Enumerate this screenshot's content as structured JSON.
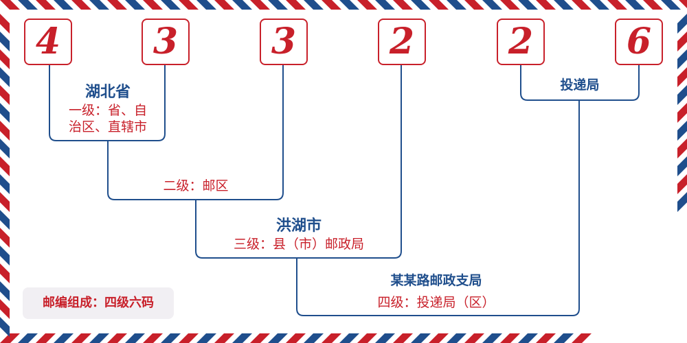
{
  "colors": {
    "red": "#c8202a",
    "blue": "#1f4e8c",
    "badge_bg": "#f1eff3"
  },
  "digits": [
    "4",
    "3",
    "3",
    "2",
    "2",
    "6"
  ],
  "levels": {
    "province": {
      "name": "湖北省",
      "level_line1": "一级：省、自",
      "level_line2": "治区、直辖市"
    },
    "district": {
      "level": "二级：邮区"
    },
    "city": {
      "name": "洪湖市",
      "level": "三级：县（市）邮政局"
    },
    "branch": {
      "name": "某某路邮政支局",
      "level": "四级：投递局（区）"
    },
    "delivery": {
      "name": "投递局"
    }
  },
  "summary": "邮编组成：四级六码"
}
